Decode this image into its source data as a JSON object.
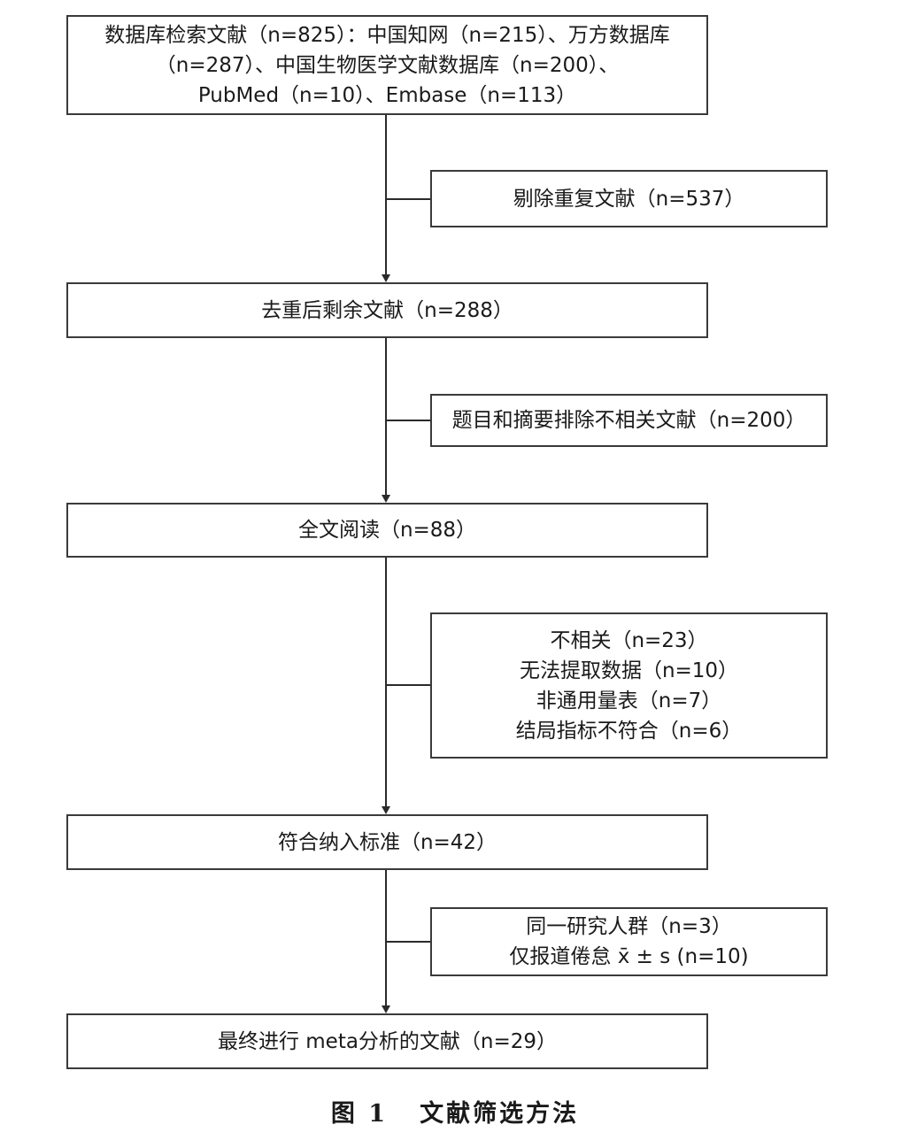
{
  "boxes": {
    "search": {
      "lines": [
        "数据库检索文献（n=825）：中国知网（n=215）、万方数据库",
        "（n=287）、中国生物医学文献数据库（n=200）、",
        "PubMed（n=10）、Embase（n=113）"
      ]
    },
    "duplicates": {
      "lines": [
        "剔除重复文献（n=537）"
      ]
    },
    "after_dedup": {
      "lines": [
        "去重后剩余文献（n=288）"
      ]
    },
    "title_abstract": {
      "lines": [
        "题目和摘要排除不相关文献（n=200）"
      ]
    },
    "full_text": {
      "lines": [
        "全文阅读（n=88）"
      ]
    },
    "fulltext_excluded": {
      "lines": [
        "不相关（n=23）",
        "无法提取数据（n=10）",
        "非通用量表（n=7）",
        "结局指标不符合（n=6）"
      ]
    },
    "eligible": {
      "lines": [
        "符合纳入标准（n=42）"
      ]
    },
    "further_excluded": {
      "lines": [
        "同一研究人群（n=3）",
        "仅报道倦怠 x̄ ± s (n=10)"
      ]
    },
    "final": {
      "lines": [
        "最终进行 meta分析的文献（n=29）"
      ]
    }
  },
  "caption": {
    "label": "图 1",
    "title": "文献筛选方法"
  }
}
